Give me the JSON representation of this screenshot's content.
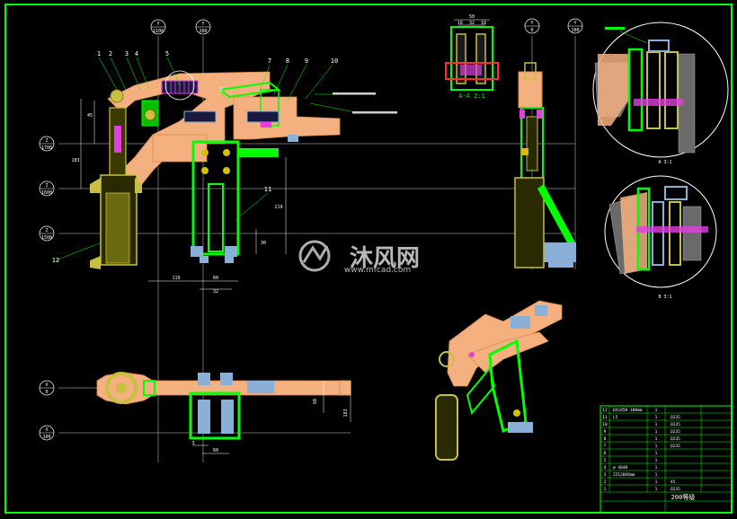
{
  "axes": [
    {
      "id": "Y",
      "value": "1100"
    },
    {
      "id": "Y",
      "value": "200"
    },
    {
      "id": "Z",
      "value": "1700"
    },
    {
      "id": "Z",
      "value": "1600"
    },
    {
      "id": "Z",
      "value": "1500"
    },
    {
      "id": "X",
      "value": "0"
    },
    {
      "id": "X",
      "value": "100"
    },
    {
      "id": "Y",
      "value": "0"
    },
    {
      "id": "Y",
      "value": "100"
    }
  ],
  "part_numbers": [
    "1",
    "2",
    "3",
    "4",
    "5",
    "6",
    "7",
    "8",
    "9",
    "10",
    "11",
    "12"
  ],
  "dims": {
    "d119": "119",
    "d60": "60",
    "d32": "32",
    "d30": "30",
    "d219": "219",
    "d183": "183",
    "d45": "45",
    "d60b": "60",
    "d3": "3",
    "d60c": "60"
  },
  "views": {
    "aa_label": "A-A 2:1",
    "aa_dims": [
      "50",
      "16",
      "32",
      "18"
    ],
    "a_label": "A",
    "a31": "A 3:1",
    "b31": "B 3:1"
  },
  "watermark": {
    "brand": "沐风网",
    "url": "www.mfcad.com"
  },
  "title_block": {
    "scale_text": "200等级",
    "rows": [
      {
        "no": "12",
        "name": "DX1850-100mm",
        "qty": "1",
        "mat": ""
      },
      {
        "no": "11",
        "name": "L5",
        "qty": "1",
        "mat": "Q235"
      },
      {
        "no": "10",
        "name": "",
        "qty": "1",
        "mat": "Q235"
      },
      {
        "no": "9",
        "name": "",
        "qty": "1",
        "mat": "Q235"
      },
      {
        "no": "8",
        "name": "",
        "qty": "1",
        "mat": "Q235"
      },
      {
        "no": "7",
        "name": "",
        "qty": "1",
        "mat": "Q235"
      },
      {
        "no": "6",
        "name": "",
        "qty": "1",
        "mat": ""
      },
      {
        "no": "5",
        "name": "",
        "qty": "1",
        "mat": ""
      },
      {
        "no": "4",
        "name": "ø 4040",
        "qty": "1",
        "mat": ""
      },
      {
        "no": "3",
        "name": "ZZ120X6mm",
        "qty": "1",
        "mat": ""
      },
      {
        "no": "2",
        "name": "",
        "qty": "1",
        "mat": "45"
      },
      {
        "no": "1",
        "name": "",
        "qty": "1",
        "mat": "Q235"
      }
    ]
  }
}
